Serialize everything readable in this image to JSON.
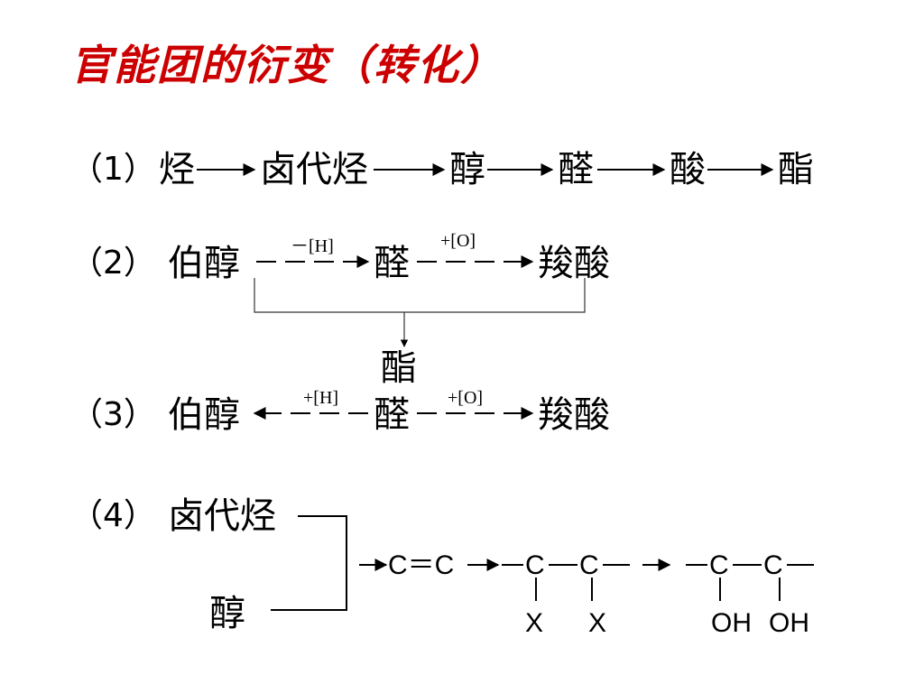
{
  "title": "官能团的衍变（转化）",
  "colors": {
    "title": "#cc0000",
    "text": "#000000",
    "lines": "#000000",
    "bracket": "#333333"
  },
  "row1": {
    "label": "（1）",
    "items": [
      "烃",
      "卤代烃",
      "醇",
      "醛",
      "酸",
      "酯"
    ]
  },
  "row2": {
    "label": "（2）",
    "start": "伯醇",
    "cond1": "－[H]",
    "mid": "醛",
    "cond2": "+[O]",
    "end": "羧酸",
    "product": "酯"
  },
  "row3": {
    "label": "（3）",
    "start": "伯醇",
    "cond1": "+[H]",
    "mid": "醛",
    "cond2": "+[O]",
    "end": "羧酸"
  },
  "row4": {
    "label": "（4）",
    "src1": "卤代烃",
    "src2": "醇",
    "alkene": "C＝C",
    "dihalide_c1": "C",
    "dihalide_c2": "C",
    "dihalide_x1": "X",
    "dihalide_x2": "X",
    "diol_c1": "C",
    "diol_c2": "C",
    "diol_oh1": "OH",
    "diol_oh2": "OH"
  }
}
